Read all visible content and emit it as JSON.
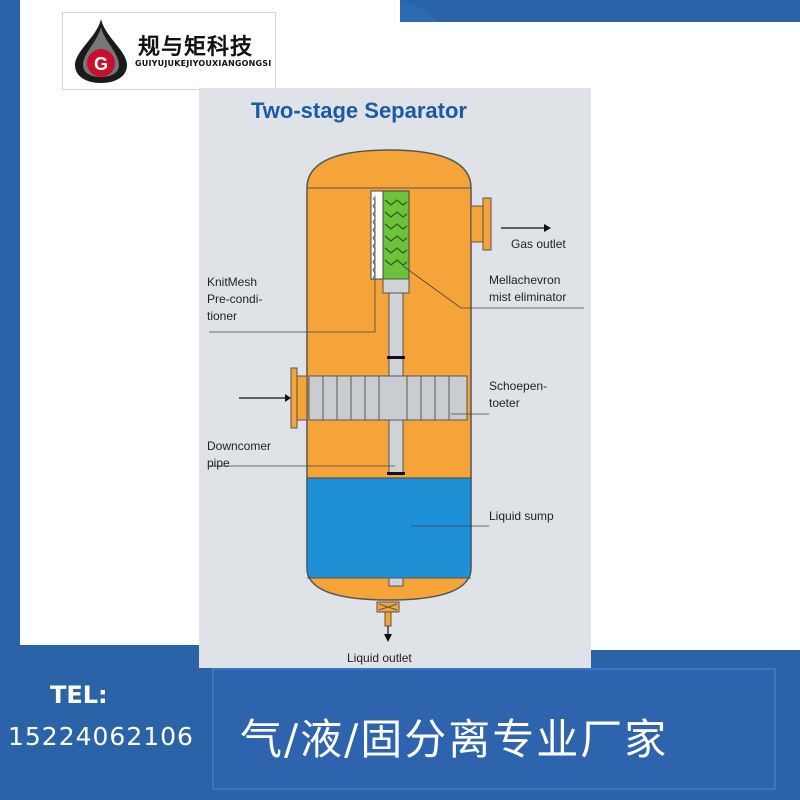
{
  "logo": {
    "brand_cn": "规与矩科技",
    "brand_en": "GUIYUJUKEJIYOUXIANGONGSI",
    "mark": "G"
  },
  "diagram": {
    "title": "Two-stage Separator",
    "labels": {
      "gas_outlet": "Gas outlet",
      "knitmesh_1": "KnitMesh",
      "knitmesh_2": "Pre-condi-",
      "knitmesh_3": "tioner",
      "mellachevron_1": "Mellachevron",
      "mellachevron_2": "mist eliminator",
      "schoepen_1": "Schoepen-",
      "schoepen_2": "toeter",
      "downcomer_1": "Downcomer",
      "downcomer_2": "pipe",
      "liquid_sump": "Liquid sump",
      "liquid_outlet": "Liquid outlet"
    },
    "colors": {
      "vessel": "#f5a43a",
      "liquid": "#1f8fd6",
      "mesh": "#6cc23a",
      "background": "#dfe3e7",
      "title": "#1b5aa6"
    }
  },
  "footer": {
    "tel_label": "TEL:",
    "tel_number": "15224062106",
    "slogan": "气/液/固分离专业厂家"
  },
  "colors": {
    "page_blue": "#2a63a8",
    "white": "#ffffff"
  }
}
